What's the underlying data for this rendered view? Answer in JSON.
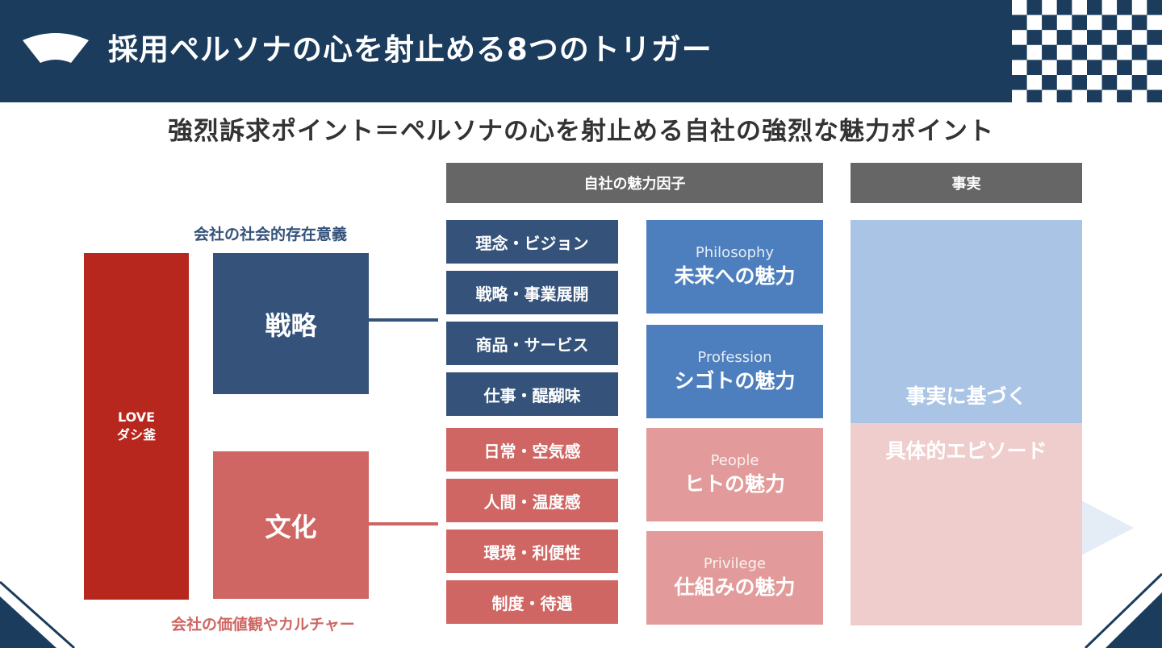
{
  "header": {
    "title": "採用ペルソナの心を射止める8つのトリガー"
  },
  "subtitle": "強烈訴求ポイント＝ペルソナの心を射止める自社の強烈な魅力ポイント",
  "columns": {
    "factors_header": "自社の魅力因子",
    "facts_header": "事実"
  },
  "left": {
    "top_caption": "会社の社会的存在意義",
    "bottom_caption": "会社の価値観やカルチャー",
    "love_line1": "LOVE",
    "love_line2": "ダシ釜",
    "strategy": "戦略",
    "culture": "文化"
  },
  "factors": [
    "理念・ビジョン",
    "戦略・事業展開",
    "商品・サービス",
    "仕事・醍醐味",
    "日常・空気感",
    "人間・温度感",
    "環境・利便性",
    "制度・待遇"
  ],
  "appeals": [
    {
      "en": "Philosophy",
      "jp": "未来への魅力"
    },
    {
      "en": "Profession",
      "jp": "シゴトの魅力"
    },
    {
      "en": "People",
      "jp": "ヒトの魅力"
    },
    {
      "en": "Privilege",
      "jp": "仕組みの魅力"
    }
  ],
  "facts": {
    "top": "事実に基づく",
    "bottom": "具体的エピソード"
  },
  "colors": {
    "navy": "#1b3c5d",
    "red": "#b8271d",
    "blue_factor": "#34527a",
    "red_factor": "#cf6663",
    "appeal_blue": "#4d7fbe",
    "appeal_red": "#e29b9a"
  }
}
